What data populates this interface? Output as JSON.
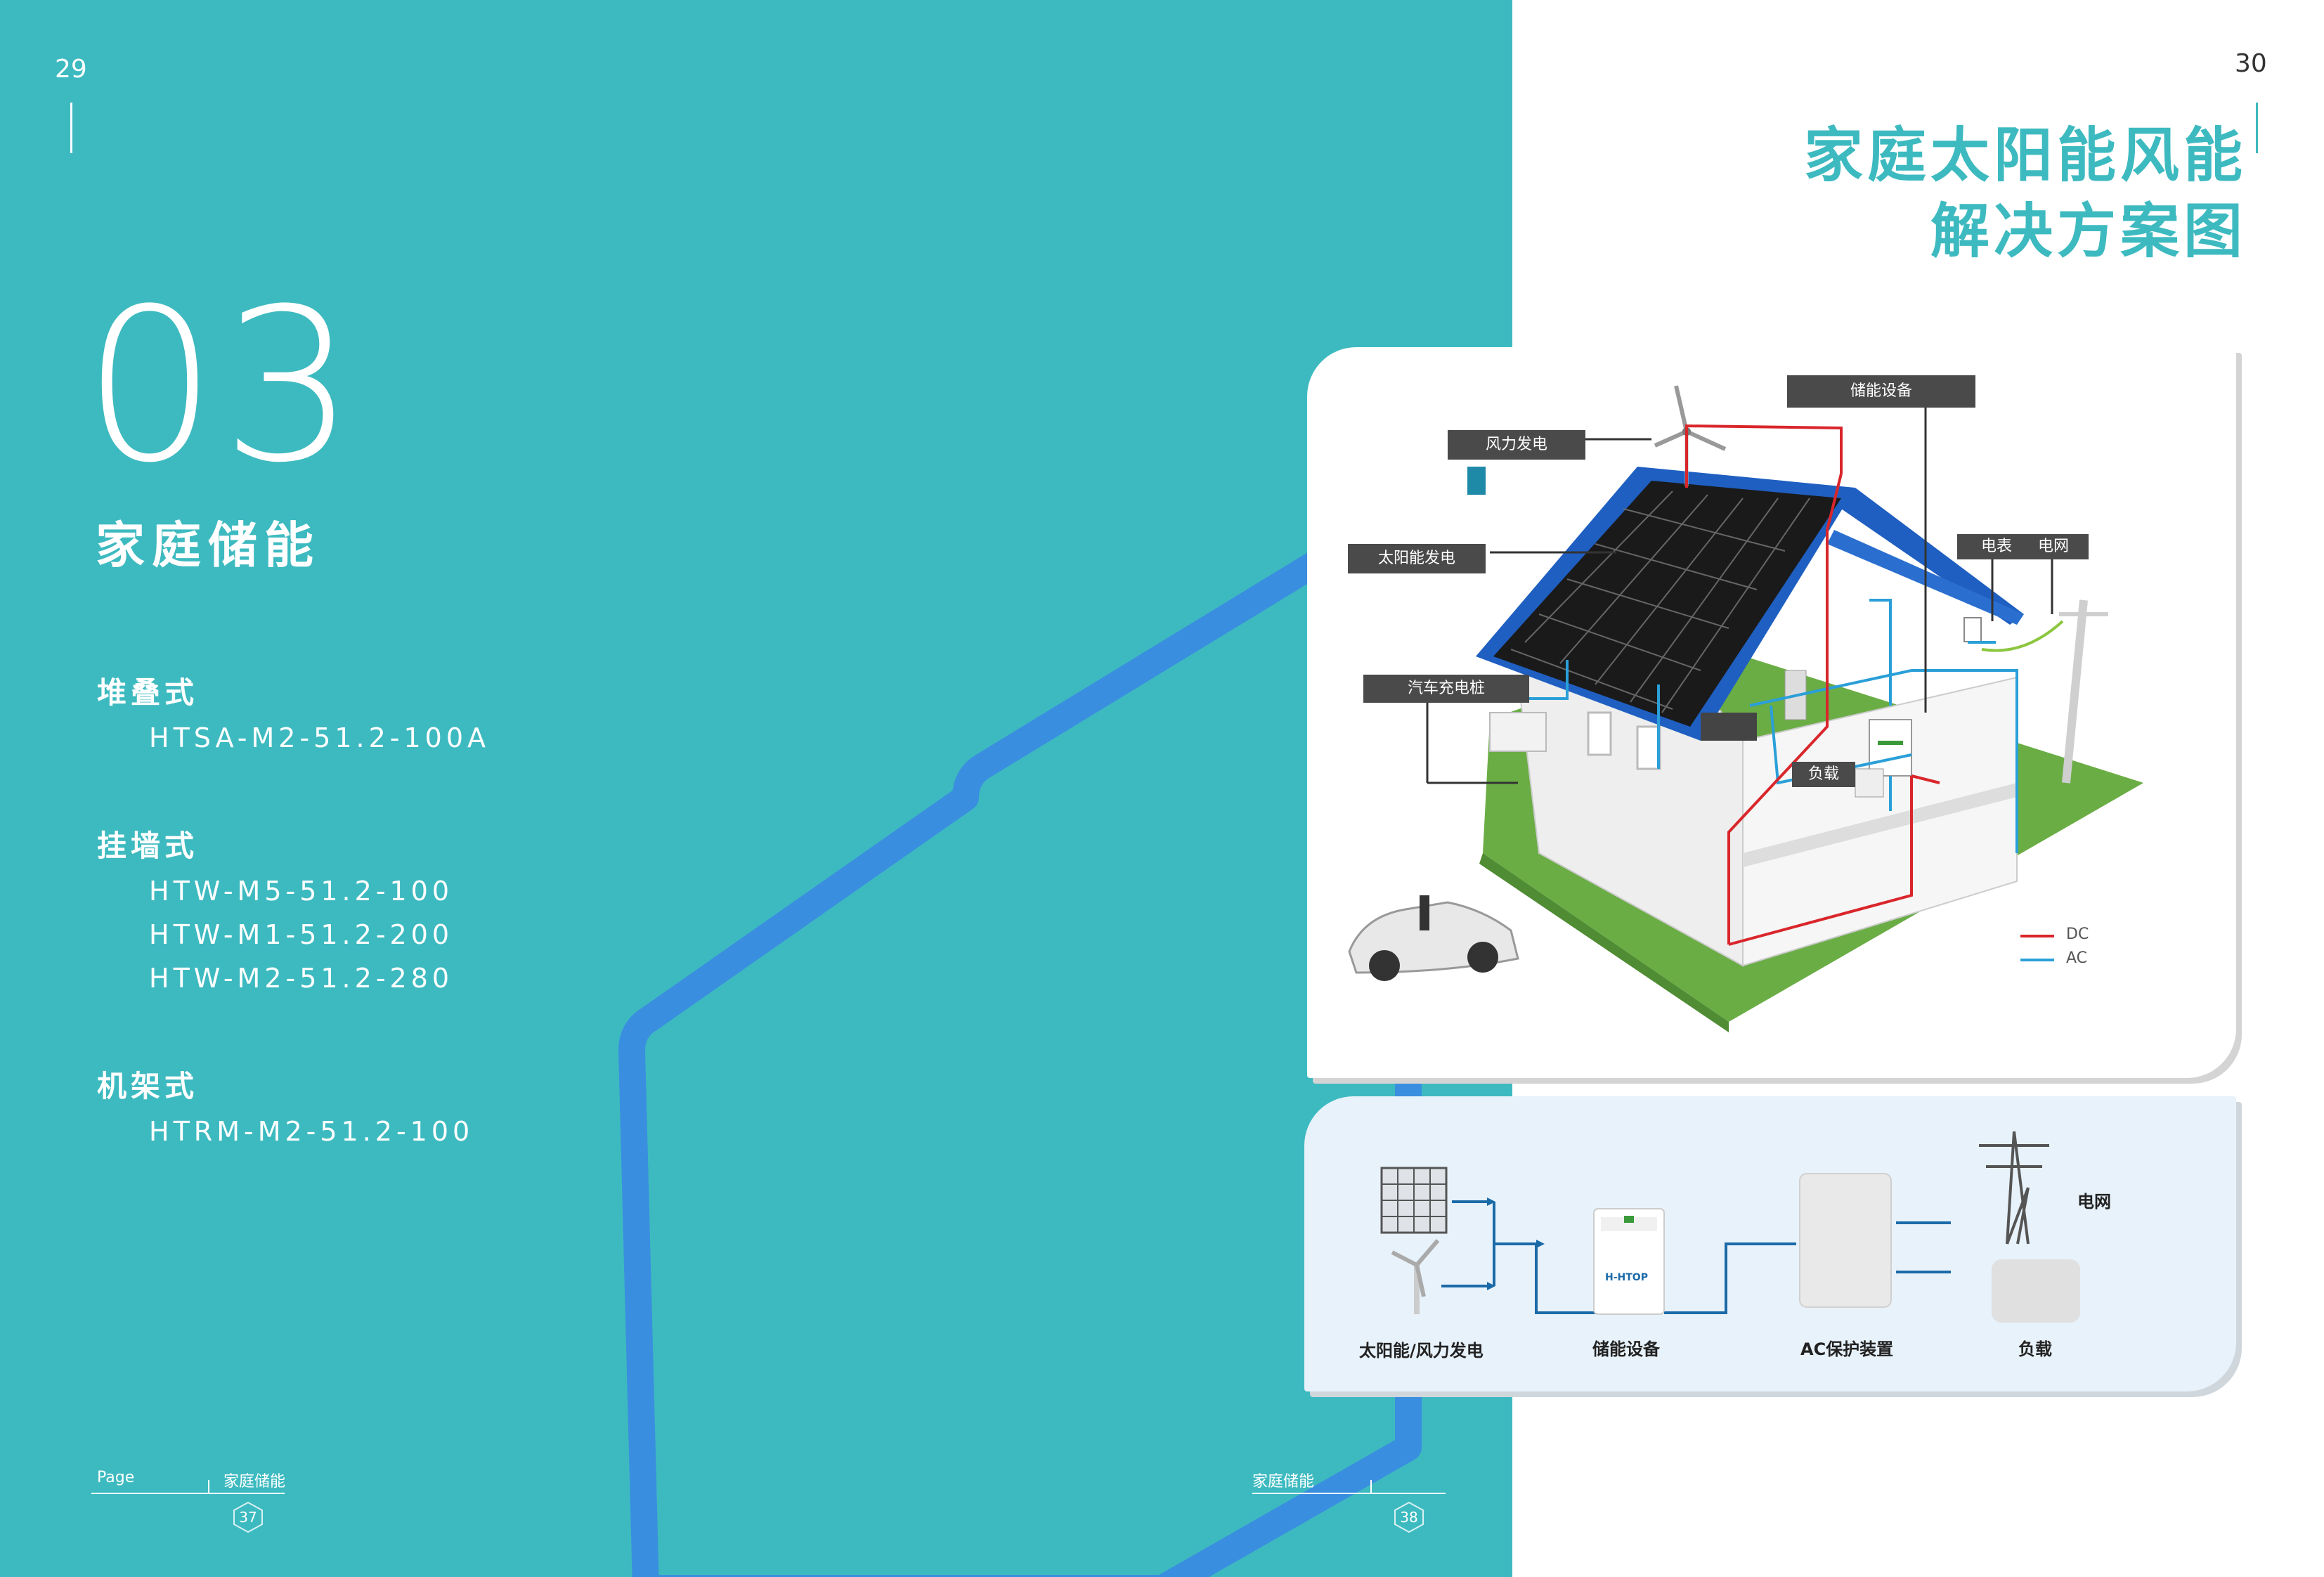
{
  "left_page": {
    "page_number": "29",
    "chapter_number": "03",
    "chapter_title": "家庭储能",
    "categories": [
      {
        "title": "堆叠式",
        "models": [
          "HTSA-M2-51.2-100A"
        ]
      },
      {
        "title": "挂墙式",
        "models": [
          "HTW-M5-51.2-100",
          "HTW-M1-51.2-200",
          "HTW-M2-51.2-280"
        ]
      },
      {
        "title": "机架式",
        "models": [
          "HTRM-M2-51.2-100"
        ]
      }
    ],
    "footer": {
      "label": "Page",
      "section": "家庭储能",
      "badge": "37"
    }
  },
  "right_page": {
    "page_number": "30",
    "heading_line1": "家庭太阳能风能",
    "heading_line2": "解决方案图",
    "diagram": {
      "labels": {
        "wind": "风力发电",
        "storage": "储能设备",
        "solar": "太阳能发电",
        "meter": "电表",
        "grid": "电网",
        "ev": "汽车充电桩",
        "load": "负载"
      },
      "legend": {
        "dc": "DC",
        "ac": "AC",
        "dc_color": "#d9262b",
        "ac_color": "#2a9fd8"
      }
    },
    "flow": {
      "source": "太阳能/风力发电",
      "storage": "储能设备",
      "protection": "AC保护装置",
      "grid": "电网",
      "load": "负载",
      "brand": "H-HTOP"
    },
    "footer": {
      "section": "家庭储能",
      "badge": "38"
    }
  },
  "colors": {
    "teal": "#3dbac0",
    "hex_blue": "#3a8ee0",
    "roof_blue": "#1f5fc1",
    "grass": "#6aad45"
  }
}
